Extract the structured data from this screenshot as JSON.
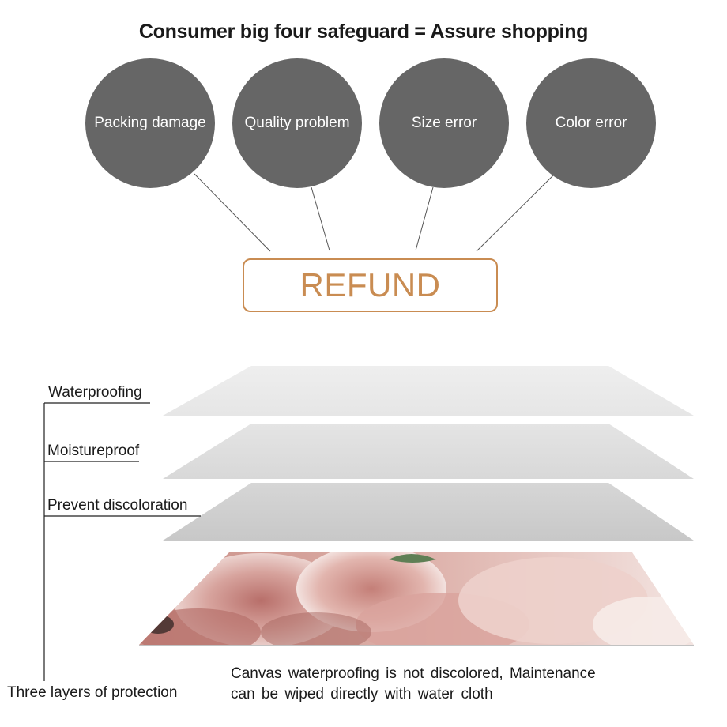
{
  "headline": "Consumer big four safeguard = Assure shopping",
  "colors": {
    "circle_fill": "#666666",
    "refund_accent": "#c98c52",
    "layer_light": "#e9e9e9",
    "layer_mid": "#dcdcdc",
    "layer_dark": "#cccccc",
    "canvas_pink": "#d9a59c"
  },
  "safeguards": [
    {
      "label": "Packing  damage"
    },
    {
      "label": "Quality  problem"
    },
    {
      "label": "Size  error"
    },
    {
      "label": "Color  error"
    }
  ],
  "refund_label": "REFUND",
  "layers": [
    {
      "label": "Waterproofing"
    },
    {
      "label": "Moistureproof"
    },
    {
      "label": "Prevent  discoloration"
    }
  ],
  "bracket_label": "Three layers of protection",
  "caption": {
    "line1": "Canvas  waterproofing  is  not  discolored,  Maintenance",
    "line2": "can  be  wiped  directly  with  water  cloth"
  },
  "canvas_image_icon": "pink-peony-canvas-print"
}
